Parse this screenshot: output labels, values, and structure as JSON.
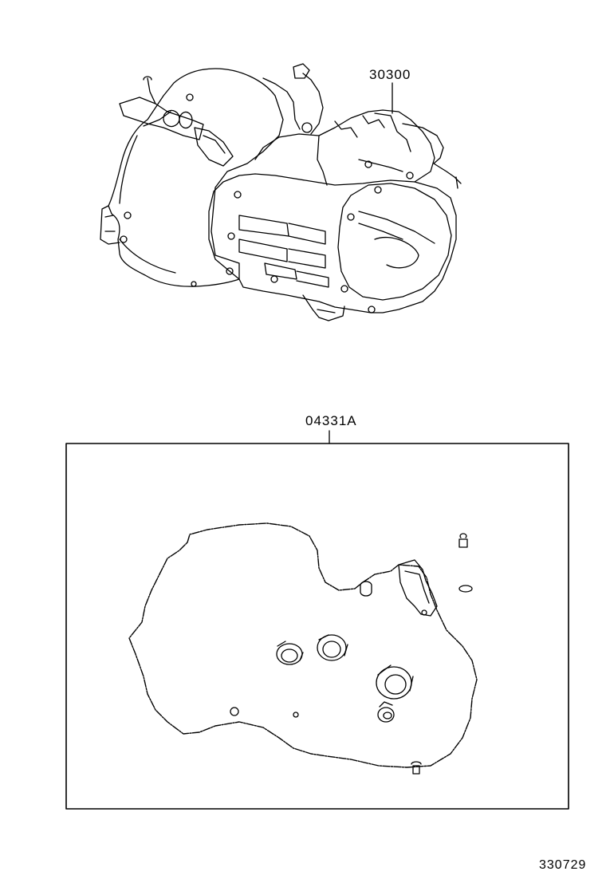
{
  "callouts": {
    "transmission_assembly": "30300",
    "gasket_kit": "04331A"
  },
  "figure_id": "330729"
}
